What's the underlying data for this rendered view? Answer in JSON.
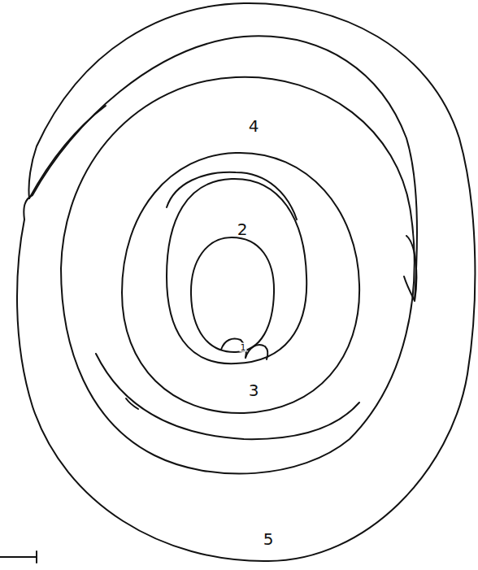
{
  "diagram": {
    "labels": [
      "4",
      "2",
      "1",
      "3",
      "5"
    ]
  }
}
